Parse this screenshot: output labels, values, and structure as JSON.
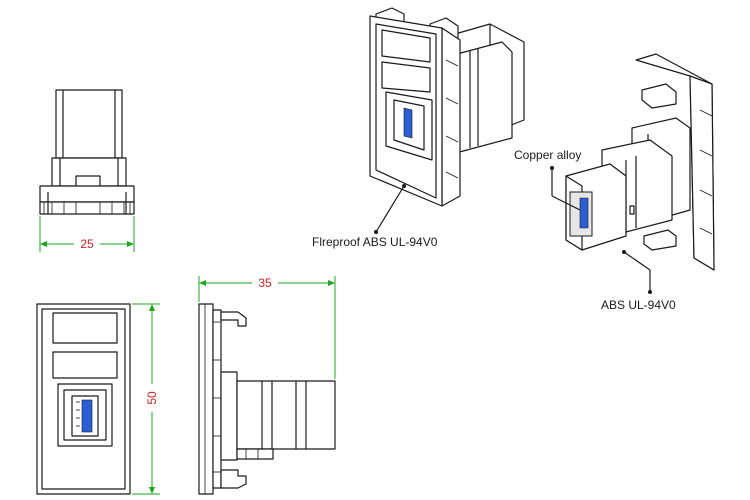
{
  "dimensions": {
    "width_value": "25",
    "depth_value": "35",
    "height_value": "50"
  },
  "labels": {
    "faceplate_material": "Flreproof ABS UL-94V0",
    "contact_material": "Copper alloy",
    "housing_material": "ABS UL-94V0"
  },
  "colors": {
    "dimension_line": "#1fa51f",
    "dimension_text": "#d21e1e",
    "usb_insert": "#2b5fd6"
  }
}
